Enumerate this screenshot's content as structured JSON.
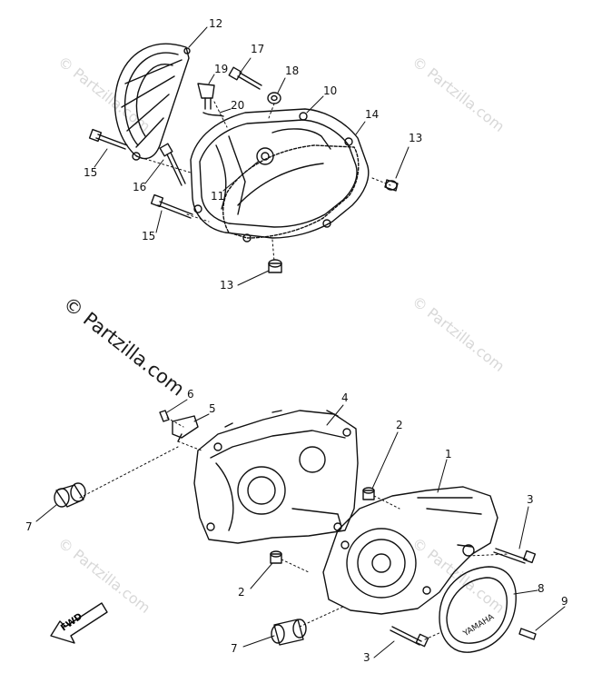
{
  "diagram": {
    "callouts": [
      "12",
      "17",
      "19",
      "18",
      "20",
      "10",
      "14",
      "13",
      "11",
      "15",
      "16",
      "15",
      "13",
      "6",
      "5",
      "4",
      "2",
      "1",
      "3",
      "7",
      "8",
      "9",
      "2",
      "7",
      "3"
    ],
    "fwd_label": "FWD",
    "cover_logo": "YAMAHA"
  },
  "watermarks": {
    "main": "© Partzilla.com",
    "faint": "© Partzilla.com"
  }
}
